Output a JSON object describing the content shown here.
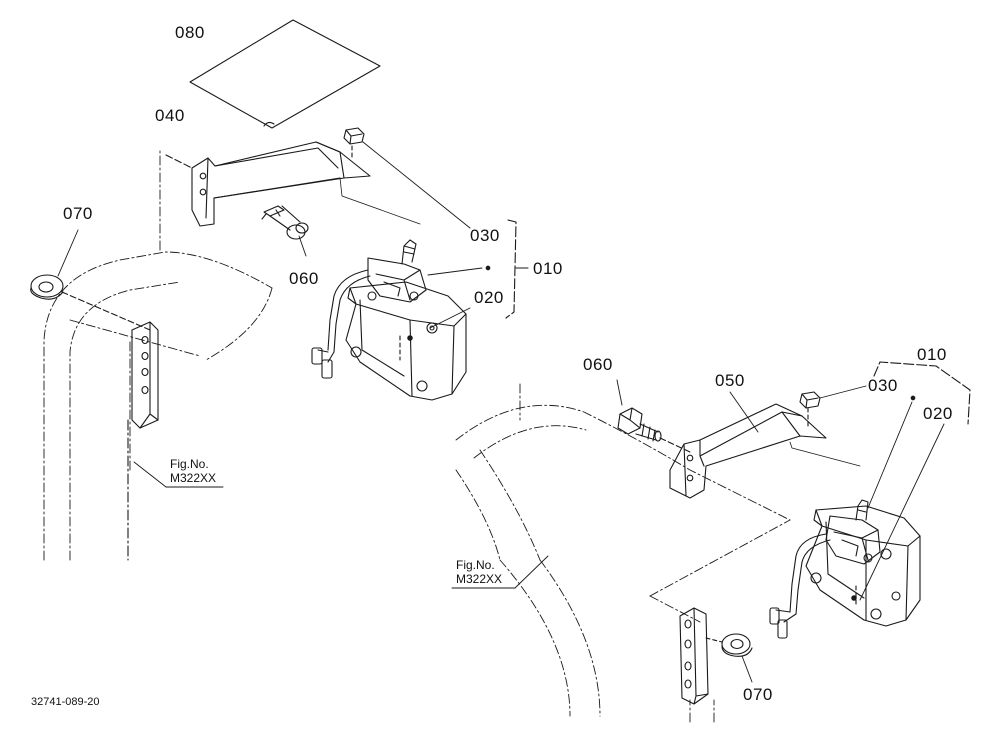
{
  "parts": {
    "label_080": "080",
    "label_040": "040",
    "label_070_left": "070",
    "label_060_left": "060",
    "label_030_left": "030",
    "label_010_left": "010",
    "label_020_left": "020",
    "label_060_right": "060",
    "label_050": "050",
    "label_030_right": "030",
    "label_010_right": "010",
    "label_020_right": "020",
    "label_070_right": "070"
  },
  "figure_refs": {
    "left": {
      "line1": "Fig.No.",
      "line2": "M322XX"
    },
    "right": {
      "line1": "Fig.No.",
      "line2": "M322XX"
    }
  },
  "document_number": "32741-089-20",
  "colors": {
    "line": "#1a1a1a",
    "background": "#ffffff"
  }
}
